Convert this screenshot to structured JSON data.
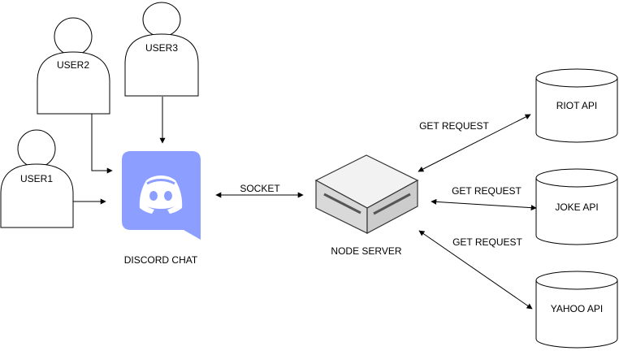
{
  "users": [
    {
      "label": "USER1"
    },
    {
      "label": "USER2"
    },
    {
      "label": "USER3"
    }
  ],
  "discord": {
    "label": "DISCORD CHAT",
    "color": "#8C9EFF"
  },
  "socket": {
    "label": "SOCKET"
  },
  "server": {
    "label": "NODE SERVER"
  },
  "apis": [
    {
      "label": "RIOT API",
      "request_label": "GET REQUEST"
    },
    {
      "label": "JOKE API",
      "request_label": "GET REQUEST"
    },
    {
      "label": "YAHOO API",
      "request_label": "GET REQUEST"
    }
  ]
}
